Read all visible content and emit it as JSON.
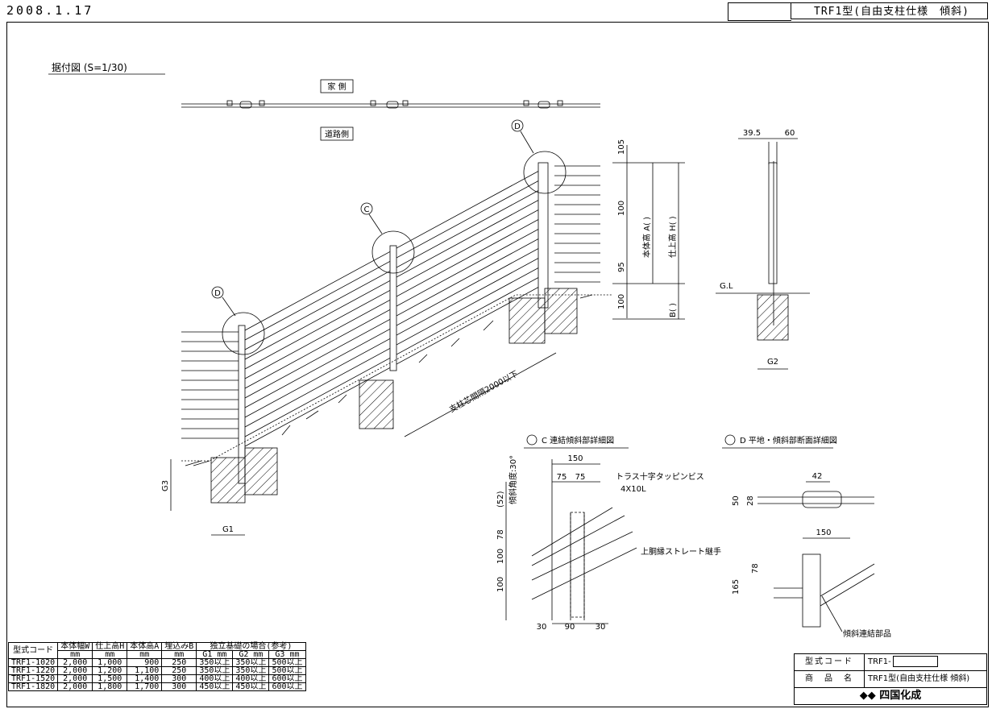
{
  "header": {
    "date": "2008.1.17",
    "model_title": "TRF1型(自由支柱仕様　傾斜)"
  },
  "drawing": {
    "section_title": "据付図 (S=1/30)",
    "label_house_side": "家 側",
    "label_road_side": "道路側",
    "pitch_label": "支柱芯間隔2000以下",
    "dims": {
      "d105": "105",
      "d100a": "100",
      "d95": "95",
      "d100b": "100",
      "body_height": "本体高 A( )",
      "finish_height": "仕上高 H( )",
      "embed": "B( )",
      "side_395": "39.5",
      "side_60": "60",
      "gl": "G.L",
      "g1": "G1",
      "g2": "G2",
      "g3": "G3"
    },
    "callouts": {
      "c": "C",
      "d": "D"
    },
    "detail_c": {
      "title": "C 連結傾斜部詳細図",
      "screw": "トラス十字タッピンビス",
      "screw_size": "4X10L",
      "joint": "上胴縁ストレート継手",
      "angle": "傾斜角度:30°",
      "d150": "150",
      "d75a": "75",
      "d75b": "75",
      "d52": "(52)",
      "d78": "78",
      "d100a": "100",
      "d100b": "100",
      "d30a": "30",
      "d90": "90",
      "d30b": "30"
    },
    "detail_d": {
      "title": "D 平地・傾斜部断面詳細図",
      "d42": "42",
      "d50": "50",
      "d28": "28",
      "d150": "150",
      "d78": "78",
      "d165": "165",
      "parts": "傾斜連結部品"
    }
  },
  "spec_table": {
    "headers": [
      "型式コード",
      "本体幅W",
      "仕上高H",
      "本体高A",
      "埋込みB",
      "独立基礎の場合(参考)"
    ],
    "units": [
      "",
      "mm",
      "mm",
      "mm",
      "mm"
    ],
    "sub_headers": [
      "G1 mm",
      "G2 mm",
      "G3 mm"
    ],
    "rows": [
      [
        "TRF1-1020",
        "2,000",
        "1,000",
        "900",
        "250",
        "350以上",
        "350以上",
        "500以上"
      ],
      [
        "TRF1-1220",
        "2,000",
        "1,200",
        "1,100",
        "250",
        "350以上",
        "350以上",
        "500以上"
      ],
      [
        "TRF1-1520",
        "2,000",
        "1,500",
        "1,400",
        "300",
        "400以上",
        "400以上",
        "600以上"
      ],
      [
        "TRF1-1820",
        "2,000",
        "1,800",
        "1,700",
        "300",
        "450以上",
        "450以上",
        "600以上"
      ]
    ]
  },
  "title_block": {
    "code_label": "型式コード",
    "code_value": "TRF1-",
    "name_label": "商　品　名",
    "name_value": "TRF1型(自由支柱仕様 傾斜)",
    "company": "四国化成"
  }
}
